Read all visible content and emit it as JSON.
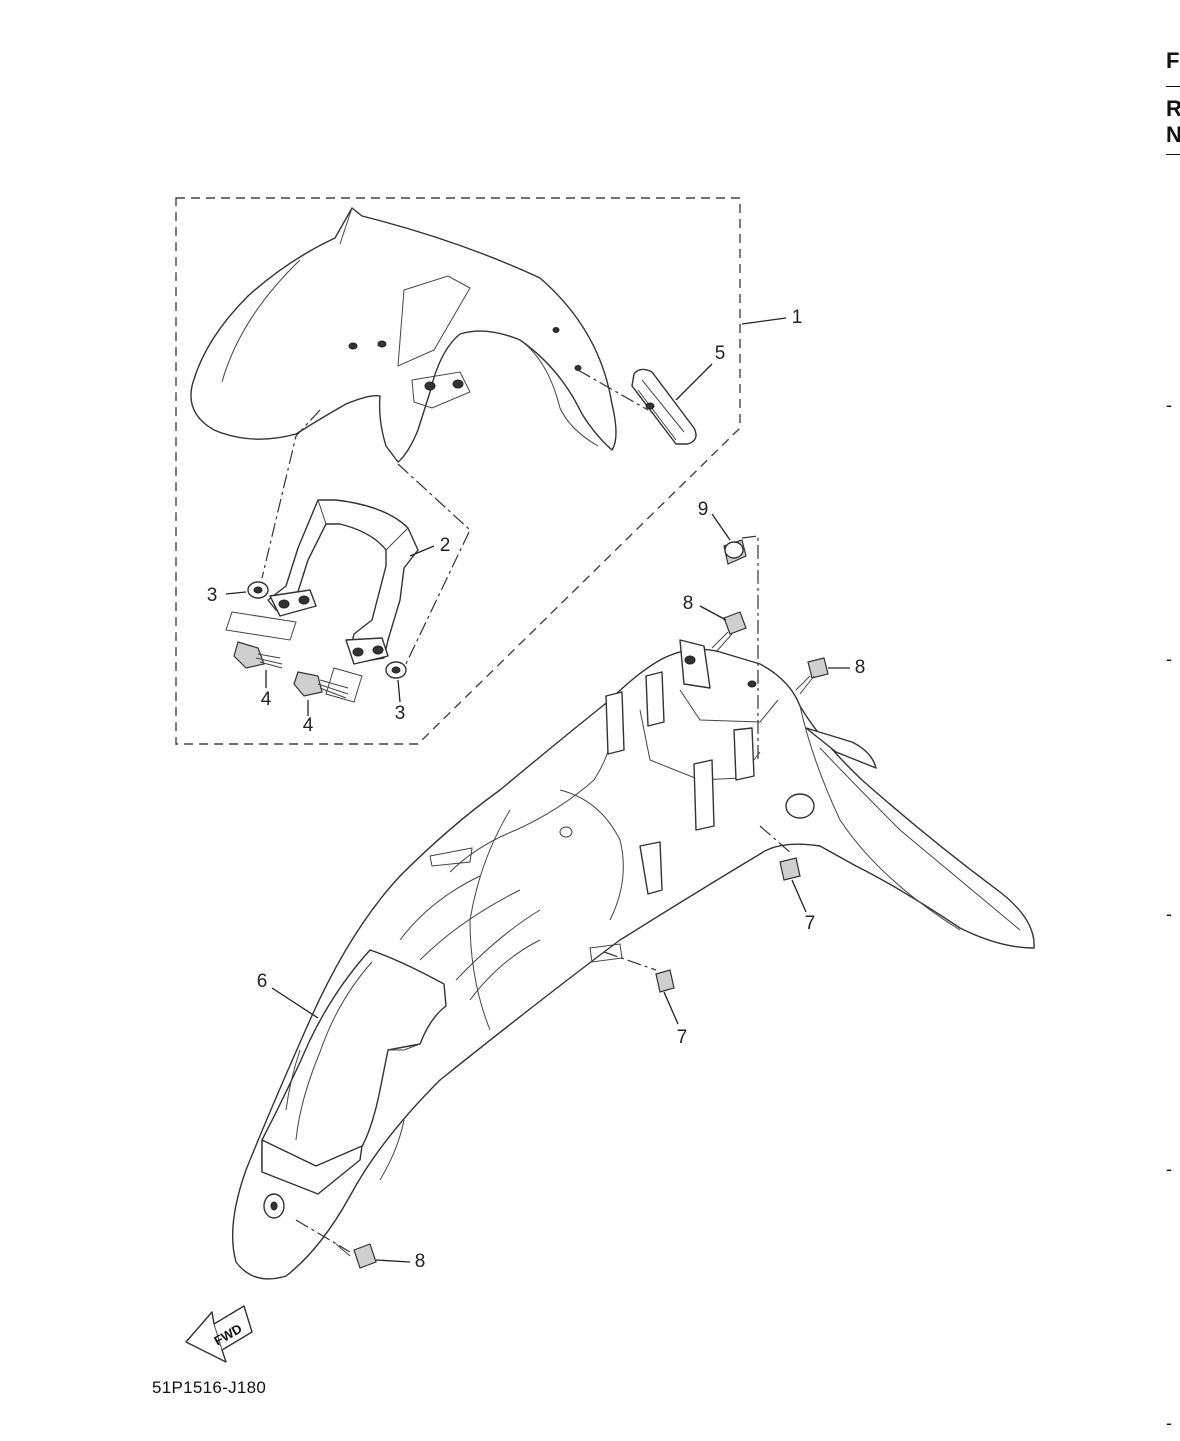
{
  "callouts": {
    "c1": "1",
    "c2": "2",
    "c3a": "3",
    "c3b": "3",
    "c4a": "4",
    "c4b": "4",
    "c5": "5",
    "c6": "6",
    "c7a": "7",
    "c7b": "7",
    "c8a": "8",
    "c8b": "8",
    "c8c": "8",
    "c9": "9"
  },
  "fwd_label": "FWD",
  "diagram_code": "51P1516-J180",
  "edge_text": {
    "e1": "F",
    "e2": "R",
    "e3": "N"
  },
  "edge_ticks": [
    "-",
    "-",
    "-",
    "-",
    "-"
  ]
}
